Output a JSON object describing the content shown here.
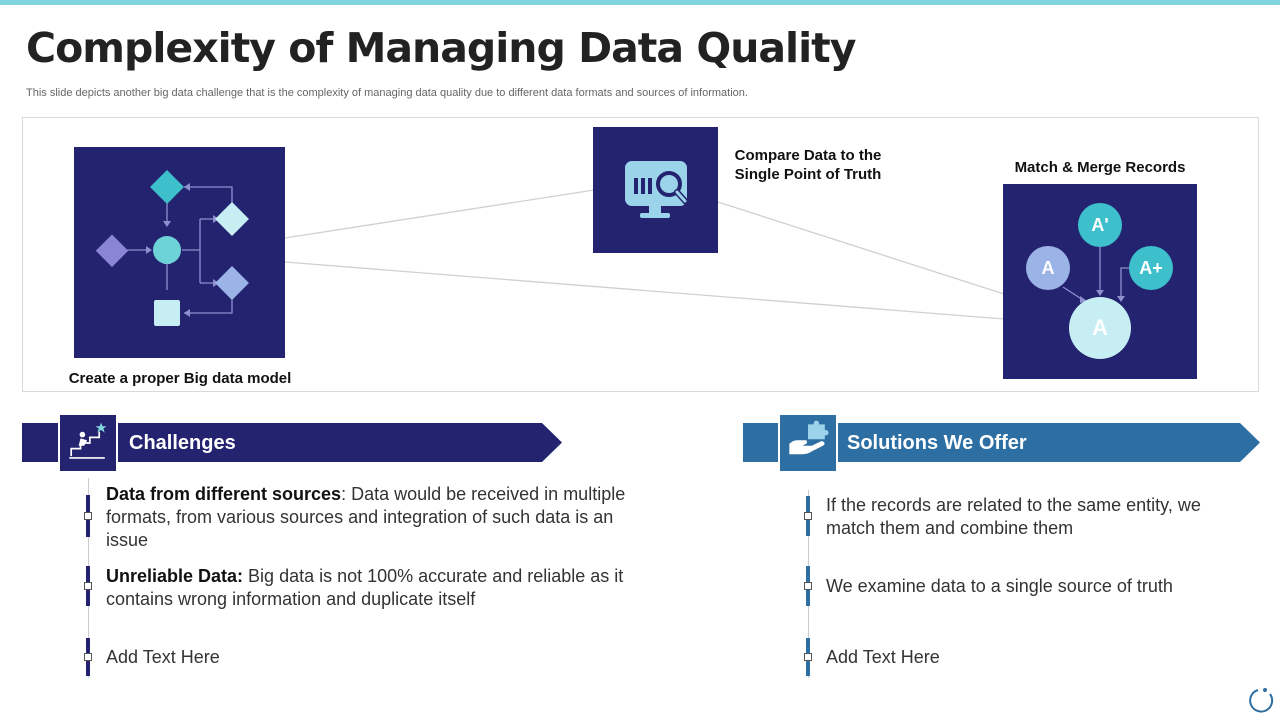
{
  "slide": {
    "title": "Complexity of Managing Data Quality",
    "subtitle": "This slide depicts another big data challenge that is the complexity of managing data quality due to different data formats and sources of information."
  },
  "diagram": {
    "model_caption": "Create a proper Big data model",
    "compare_caption_line1": "Compare Data to the",
    "compare_caption_line2": "Single Point of Truth",
    "merge_caption": "Match & Merge Records",
    "merge_nodes": {
      "top": "A'",
      "left": "A",
      "right": "A+",
      "result": "A"
    }
  },
  "challenges": {
    "label": "Challenges",
    "items": [
      {
        "bold": "Data from different sources",
        "text": ": Data would be received in multiple formats, from various sources and integration of such data is an issue"
      },
      {
        "bold": "Unreliable Data:",
        "text": " Big data is not 100% accurate and reliable as it contains wrong information and duplicate itself"
      },
      {
        "bold": "",
        "text": "Add Text Here"
      }
    ]
  },
  "solutions": {
    "label": "Solutions We Offer",
    "items": [
      {
        "text": "If the records are related to the same entity, we match them and combine them"
      },
      {
        "text": "We examine data to a single source of truth"
      },
      {
        "text": "Add Text Here"
      }
    ]
  },
  "colors": {
    "navy": "#24236f",
    "teal_blue": "#2d6ea3",
    "accent_cyan": "#7fd6de"
  }
}
